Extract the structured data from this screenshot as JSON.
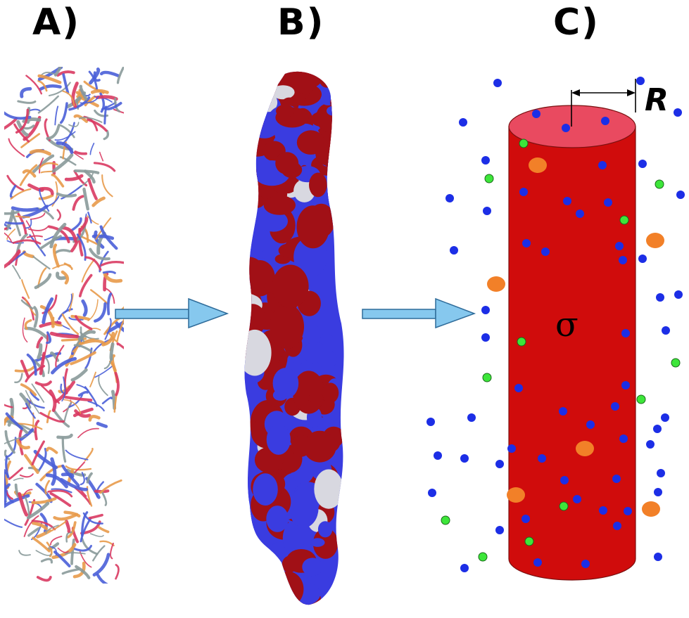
{
  "panels": {
    "a_label": "A)",
    "b_label": "B)",
    "c_label": "C)"
  },
  "panel_a": {
    "icon": "protein-ribbon-structure",
    "colors": [
      "#d93a62",
      "#4a5fd8",
      "#8a9a9a",
      "#e89a4a"
    ]
  },
  "panel_b": {
    "icon": "electrostatic-surface-map",
    "colors": [
      "#a11016",
      "#3a3ce0",
      "#d8d8e0"
    ]
  },
  "arrows": {
    "color_fill": "#86c8ee",
    "color_stroke": "#2f6c9a",
    "icon": "arrow-right-icon"
  },
  "panel_c": {
    "cylinder_color": "#d00c0c",
    "cylinder_top_color": "#e94a60",
    "sigma_label": "σ",
    "radius_label": "R",
    "ion_colors": {
      "blue": "#1c2ee6",
      "green": "#3de63a",
      "orange": "#f28028"
    }
  }
}
